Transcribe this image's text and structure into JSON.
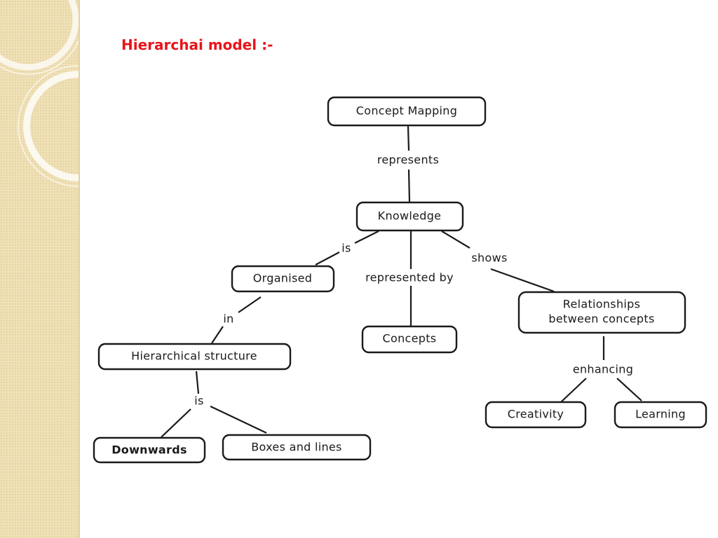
{
  "slide": {
    "title": "Hierarchai model :-",
    "title_color": "#e8141a",
    "panel_color": "#efe0b6"
  },
  "diagram": {
    "nodes": {
      "concept_mapping": "Concept Mapping",
      "knowledge": "Knowledge",
      "organised": "Organised",
      "concepts": "Concepts",
      "relationships_line1": "Relationships",
      "relationships_line2": "between concepts",
      "hierarchical_structure": "Hierarchical structure",
      "downwards": "Downwards",
      "boxes_and_lines": "Boxes and lines",
      "creativity": "Creativity",
      "learning": "Learning"
    },
    "links": {
      "represents": "represents",
      "is_organised": "is",
      "represented_by": "represented by",
      "shows": "shows",
      "in": "in",
      "is_structure": "is",
      "enhancing": "enhancing"
    }
  }
}
